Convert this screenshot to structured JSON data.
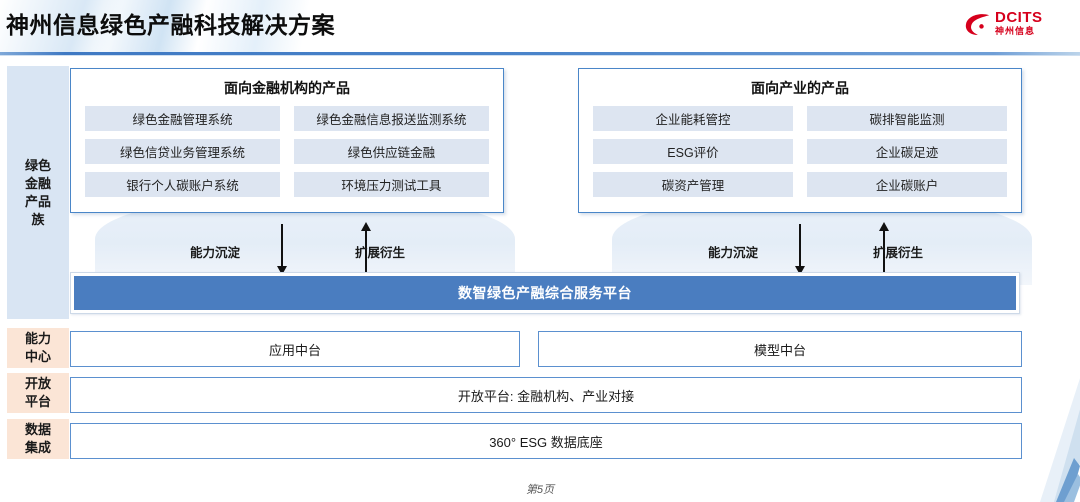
{
  "header": {
    "title": "神州信息绿色产融科技解决方案",
    "logo_en": "DCITS",
    "logo_cn": "神州信息"
  },
  "rail": {
    "product_family": "绿色\n金融\n产品\n族",
    "product_family_lines": [
      "绿色",
      "金融",
      "产品",
      "族"
    ],
    "capability_center": "能力\n中心",
    "capability_center_lines": [
      "能力",
      "中心"
    ],
    "open_platform": "开放\n平台",
    "open_platform_lines": [
      "开放",
      "平台"
    ],
    "data_integration": "数据\n集成",
    "data_integration_lines": [
      "数据",
      "集成"
    ]
  },
  "panels": [
    {
      "id": "financial-institutions",
      "title": "面向金融机构的产品",
      "items": [
        "绿色金融管理系统",
        "绿色金融信息报送监测系统",
        "绿色信贷业务管理系统",
        "绿色供应链金融",
        "银行个人碳账户系统",
        "环境压力测试工具"
      ]
    },
    {
      "id": "industry",
      "title": "面向产业的产品",
      "items": [
        "企业能耗管控",
        "碳排智能监测",
        "ESG评价",
        "企业碳足迹",
        "碳资产管理",
        "企业碳账户"
      ]
    }
  ],
  "arrows": {
    "down_label": "能力沉淀",
    "up_label": "扩展衍生"
  },
  "platform": {
    "label": "数智绿色产融综合服务平台"
  },
  "capability": {
    "left": "应用中台",
    "right": "模型中台"
  },
  "open_platform_row": {
    "label": "开放平台: 金融机构、产业对接"
  },
  "data_row": {
    "label": "360° ESG 数据底座"
  },
  "footer": {
    "page": "第5页"
  },
  "colors": {
    "accent_blue": "#4a7dc0",
    "panel_border": "#4a86c8",
    "chip_fill": "#dde5f1",
    "rail_blue": "#d9e5f3",
    "rail_orange": "#fbe5d6",
    "logo_red": "#d6001c"
  }
}
